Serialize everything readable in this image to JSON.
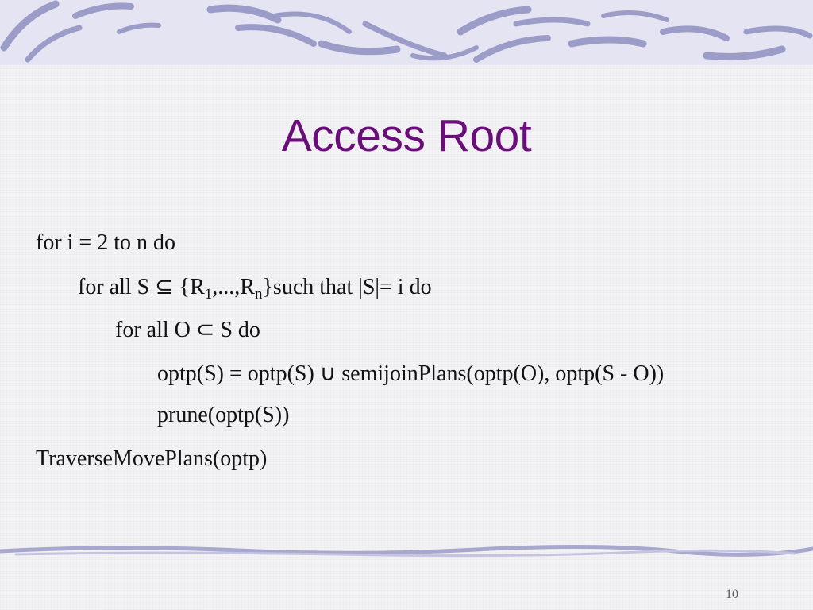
{
  "slide": {
    "title": "Access Root",
    "page_number": "10"
  },
  "algorithm": {
    "line1": "for i = 2 to n do",
    "line2_pre": "for all S ⊆ {R",
    "line2_sub1": "1",
    "line2_mid": ",...,R",
    "line2_sub2": "n",
    "line2_post": "}such that |S|= i do",
    "line3": "for all O ⊂ S do",
    "line4": "optp(S) = optp(S) ∪ semijoinPlans(optp(O), optp(S - O))",
    "line5": "prune(optp(S))",
    "line6": "TraverseMovePlans(optp)"
  },
  "colors": {
    "title": "#6a0f7a",
    "band": "#e4e4f2",
    "swash": "#9c9cc8"
  }
}
